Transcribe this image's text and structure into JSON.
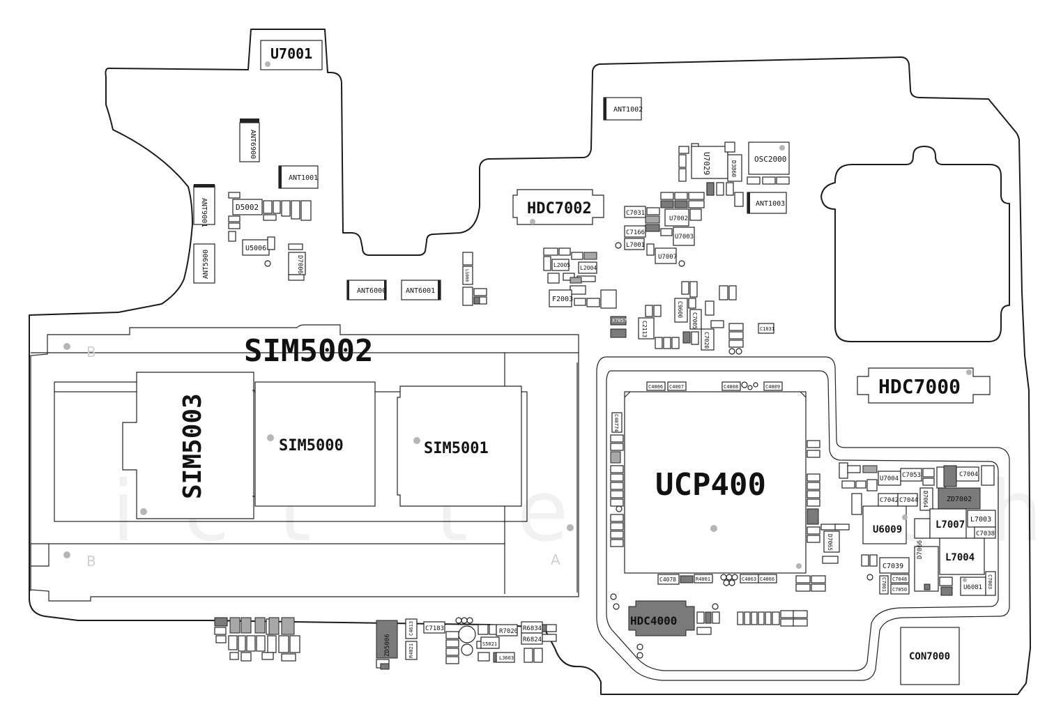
{
  "labels": {
    "U7001": "U7001",
    "ANT1002": "ANT1002",
    "ANT6900": "ANT6900",
    "ANT1001": "ANT1001",
    "ANT9001": "ANT9001",
    "ANT5900": "ANT5900",
    "D5002": "D5002",
    "U5006": "U5006",
    "D7006": "D7006",
    "ANT6000": "ANT6000",
    "ANT6001": "ANT6001",
    "HDC7002": "HDC7002",
    "L5000": "L5000",
    "L2005": "L2005",
    "L2004": "L2004",
    "F2003": "F2003",
    "U7029": "U7029",
    "OSC2000": "OSC2000",
    "D3860": "D3860",
    "ANT1003": "ANT1003",
    "C7031": "C7031",
    "C7166": "C7166",
    "L7001": "L7001",
    "U7002": "U7002",
    "U7003": "U7003",
    "U7007": "U7007",
    "SIM5002": "SIM5002",
    "SIM5003": "SIM5003",
    "SIM5000": "SIM5000",
    "SIM5001": "SIM5001",
    "B_top": "B",
    "B_bottom": "B",
    "A": "A",
    "UCP400": "UCP400",
    "HDC7000": "HDC7000",
    "C4006": "C4006",
    "C4007": "C4007",
    "C4008": "C4008",
    "C4009": "C4009",
    "C40774": "C40774",
    "C4078": "C4078",
    "R4001": "R4001",
    "C4063": "C4063",
    "C4066": "C4066",
    "HDC4000": "HDC4000",
    "U7004": "U7004",
    "C7053": "C7053",
    "C7004": "C7004",
    "ZD7002": "ZD7002",
    "C7042": "C7042",
    "C7044": "C7044",
    "D7064": "D7064",
    "U6009": "U6009",
    "L7007": "L7007",
    "L7003": "L7003",
    "C7038": "C7038",
    "D7065": "D7065",
    "C7039": "C7039",
    "L7004": "L7004",
    "D7066": "D7066",
    "C7001": "C7001",
    "C7048": "C7048",
    "C7050": "C7050",
    "U6081": "U6081",
    "C7003": "C7003",
    "CON7000": "CON7000",
    "ZD5006": "ZD5006",
    "C4613": "C4613",
    "R4021": "R4021",
    "C7183": "C7183",
    "R7020": "R7020",
    "R6834": "R6834",
    "R6824": "R6824",
    "S5021": "S5021",
    "L3603": "L3603",
    "C7020": "C7020",
    "C2113": "C2113",
    "C7005": "C7005",
    "C9600": "C9600",
    "X7057": "X7057",
    "C1031": "C1031"
  }
}
